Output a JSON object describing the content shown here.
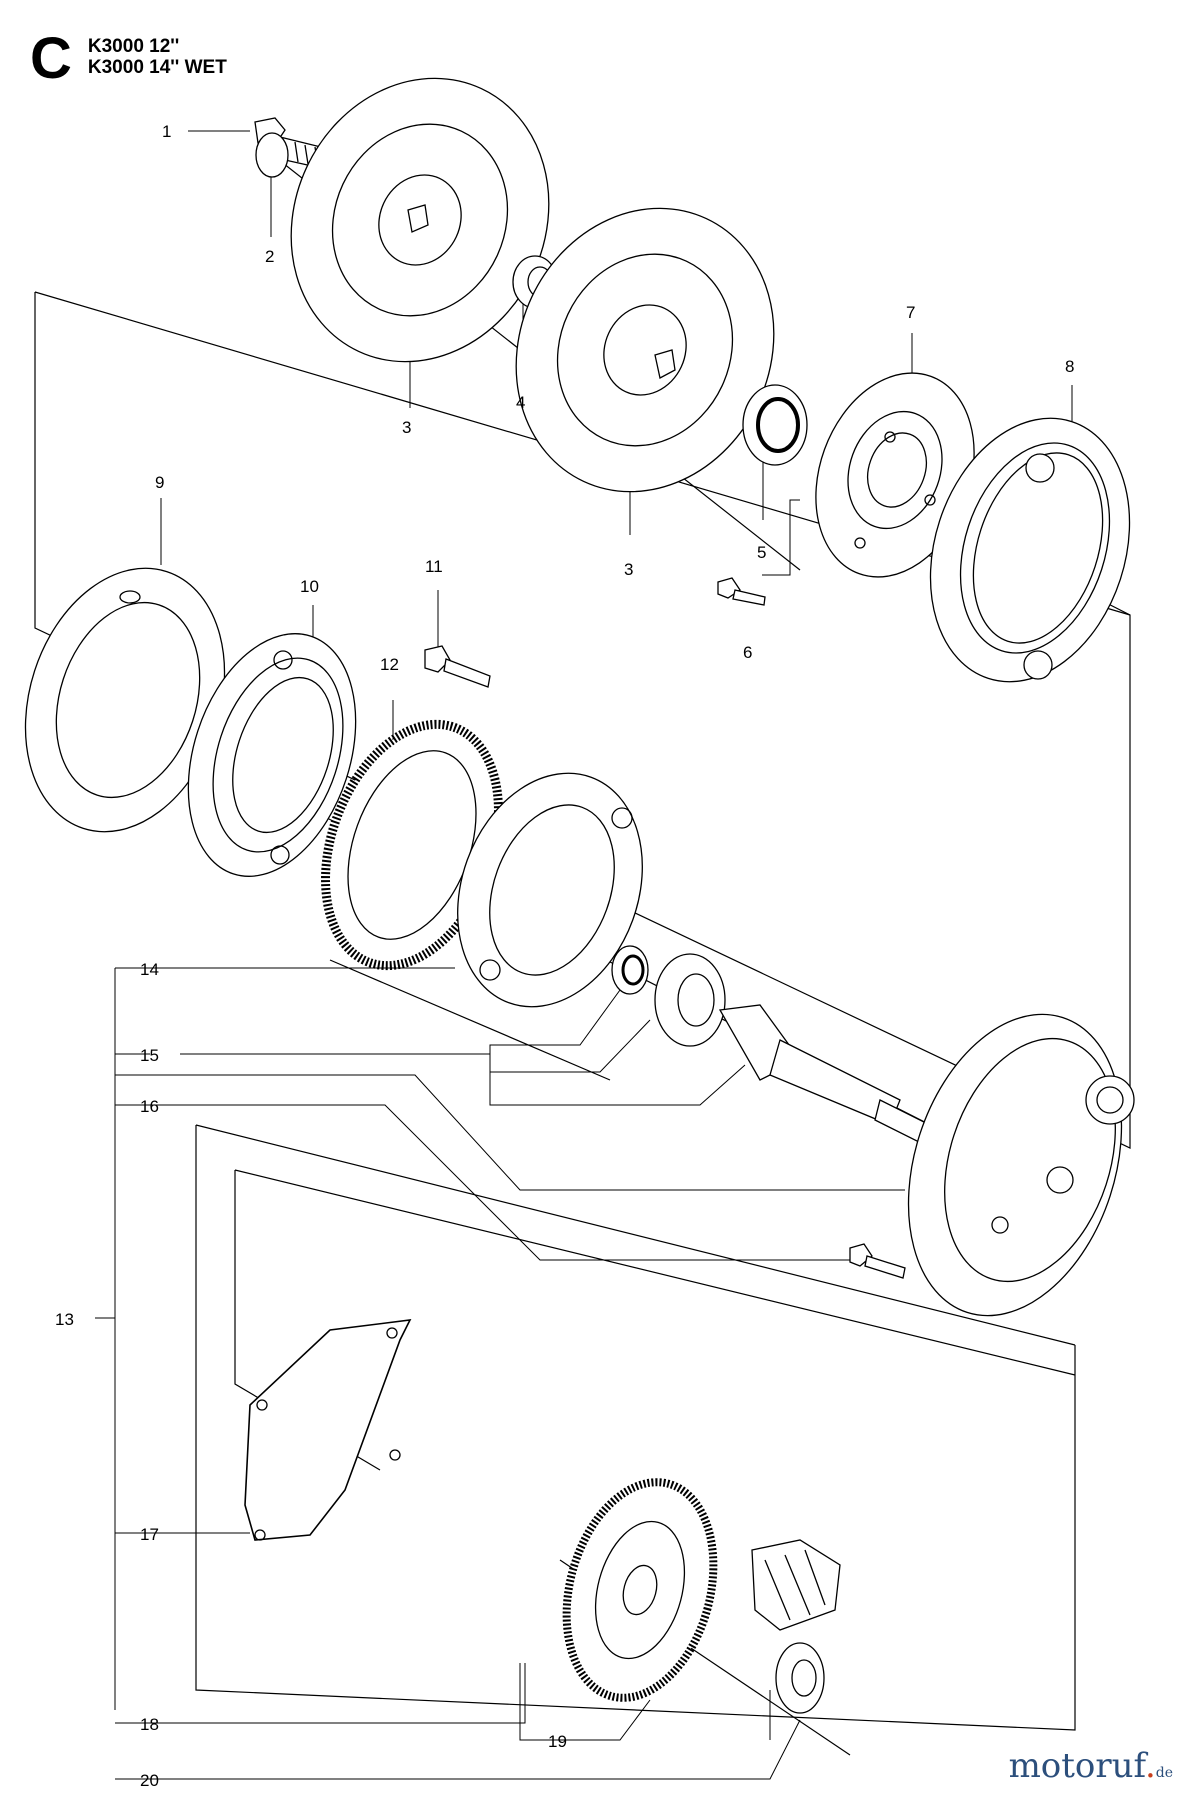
{
  "header": {
    "section_letter": "C",
    "models": [
      "K3000 12''",
      "K3000 14'' WET"
    ]
  },
  "callouts": [
    "1",
    "2",
    "3",
    "4",
    "3",
    "5",
    "6",
    "7",
    "8",
    "9",
    "10",
    "11",
    "12",
    "14",
    "15",
    "16",
    "13",
    "17",
    "18",
    "19",
    "20"
  ],
  "parts": [
    "bolt",
    "washer",
    "flange-outer",
    "bushing",
    "flange-inner",
    "seal",
    "screw",
    "bearing-housing",
    "gear-cover-ring",
    "outer-ring",
    "ring-10",
    "thrust-screw",
    "ring-gear",
    "plate-14",
    "bearing-small",
    "bearing-large",
    "shaft",
    "gear-housing",
    "screw-16",
    "gasket",
    "bevel-gear",
    "pinion",
    "bearing-20"
  ],
  "watermark": {
    "main": "motoruf",
    "dot": ".",
    "tld": "de",
    "color_main": "#2c4f7c",
    "color_accent": "#c8401e"
  }
}
